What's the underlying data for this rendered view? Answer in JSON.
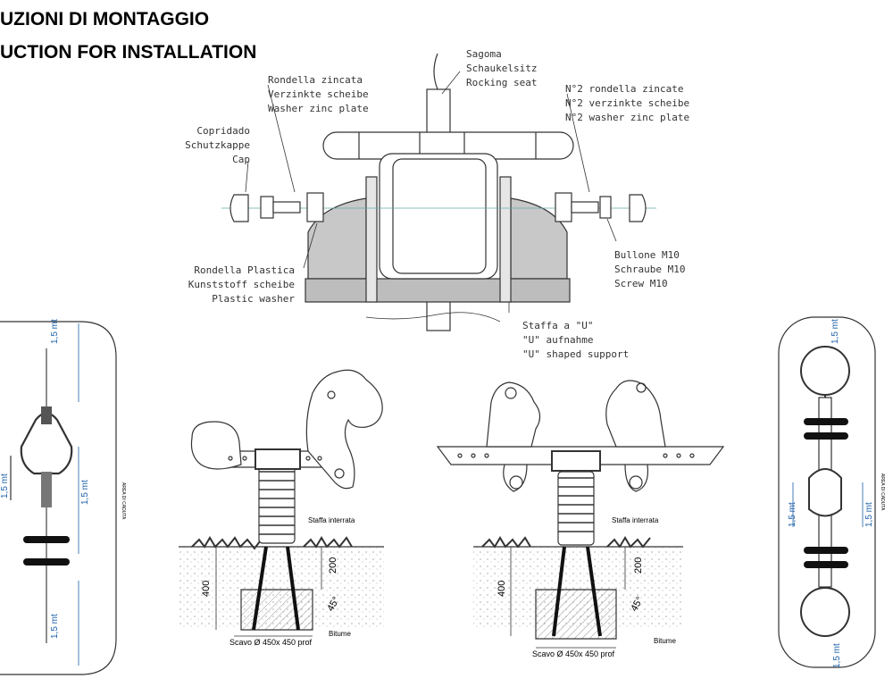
{
  "title": {
    "line1": "UZIONI DI MONTAGGIO",
    "line2": "UCTION FOR INSTALLATION"
  },
  "exploded_labels": {
    "seat": [
      "Sagoma",
      "Schaukelsitz",
      "Rocking seat"
    ],
    "washer_zinc": [
      "Rondella zincata",
      "Verzinkte scheibe",
      "Washer zinc plate"
    ],
    "cap": [
      "Copridado",
      "Schutzkappe",
      "Cap"
    ],
    "washers_2": [
      "N°2 rondella zincate",
      "N°2 verzinkte scheibe",
      "N°2 washer zinc plate"
    ],
    "bolt": [
      "Bullone M10",
      "Schraube M10",
      "Screw M10"
    ],
    "plastic_washer": [
      "Rondella Plastica",
      "Kunststoff scheibe",
      "Plastic washer"
    ],
    "u_bracket": [
      "Staffa a \"U\"",
      "\"U\" aufnahme",
      "\"U\" shaped support"
    ]
  },
  "footprint_left": {
    "dim_top": "1,5 mt",
    "dim_mid": "1,5 mt",
    "dim_bottom": "1,5 mt",
    "dim_left_partial": "1,5 mt",
    "area_label": "AREA DI CADUTA"
  },
  "footprint_right": {
    "dim_top": "1,5 mt",
    "dim_left": "1,5 mt",
    "dim_right": "1,5 mt",
    "dim_bottom": "1,5 mt",
    "area_label": "AREA DI CADUTA"
  },
  "install_horse": {
    "bracket": "Staffa interrata",
    "depth_total": "400",
    "depth_upper": "200",
    "angle": "45°",
    "concrete": "Bitume",
    "excavation": "Scavo Ø 450x 450 prof"
  },
  "install_double": {
    "bracket": "Staffa interrata",
    "depth_total": "400",
    "depth_upper": "200",
    "angle": "45°",
    "concrete": "Bitume",
    "excavation": "Scavo Ø 450x 450 prof"
  }
}
